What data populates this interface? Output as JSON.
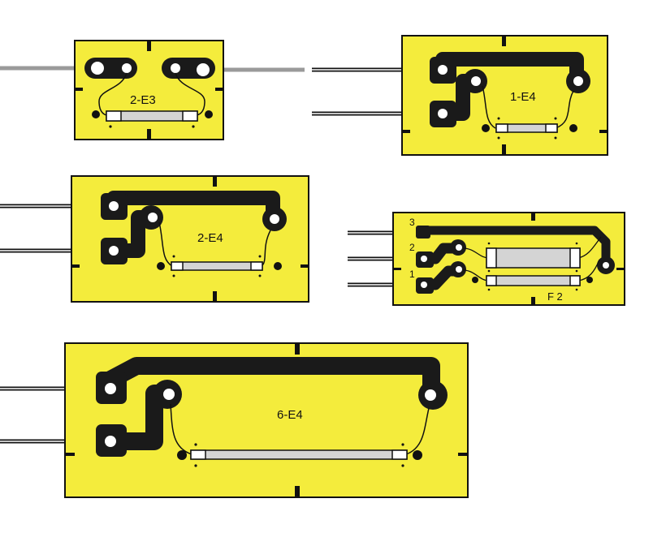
{
  "colors": {
    "board": "#f4ec3c",
    "outline": "#111111",
    "trace": "#1a1a1a",
    "pad_hole": "#ffffff",
    "element_end": "#ffffff",
    "element_body": "#d4d4d4",
    "wire": "#9a9a9a"
  },
  "boards": [
    {
      "id": "b1",
      "label": "2-E3"
    },
    {
      "id": "b2",
      "label": "1-E4"
    },
    {
      "id": "b3",
      "label": "2-E4"
    },
    {
      "id": "b4",
      "label": "F 2",
      "terminal_numbers": [
        "3",
        "2",
        "1"
      ]
    },
    {
      "id": "b5",
      "label": "6-E4"
    }
  ]
}
